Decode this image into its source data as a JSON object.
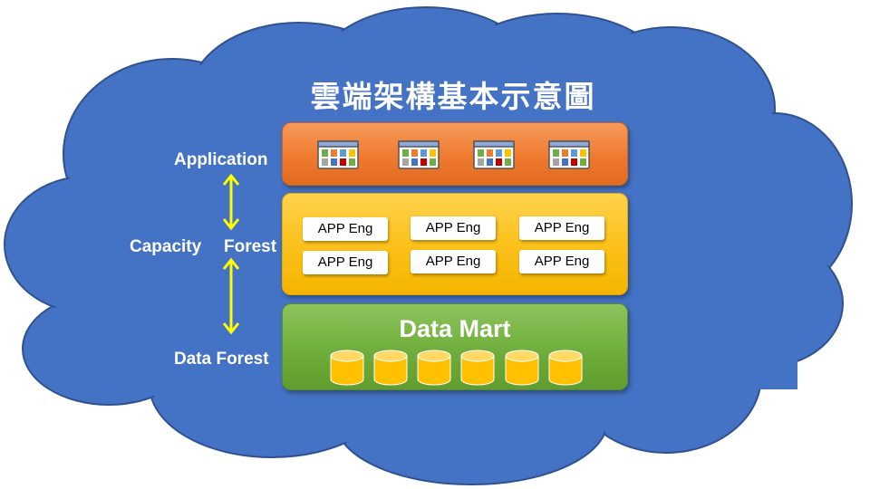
{
  "title": "雲端架構基本示意圖",
  "labels": {
    "application": "Application",
    "capacity": "Capacity",
    "forest": "Forest",
    "data_forest": "Data Forest"
  },
  "layers": {
    "application": {
      "icon_count": 4,
      "icon": "app-window-icon"
    },
    "engines": {
      "items": [
        "APP Eng",
        "APP Eng",
        "APP Eng",
        "APP Eng",
        "APP Eng",
        "APP Eng"
      ]
    },
    "data_mart": {
      "title": "Data Mart",
      "cylinder_count": 6,
      "icon": "database-cylinder-icon"
    }
  },
  "colors": {
    "cloud": "#4472c4",
    "cloud_outline": "#2f528f",
    "application_layer": "#ef7a2f",
    "engine_layer": "#fcc21c",
    "data_mart_layer": "#6fae3c",
    "arrow": "#ffff00",
    "cylinder": "#ffc000"
  }
}
